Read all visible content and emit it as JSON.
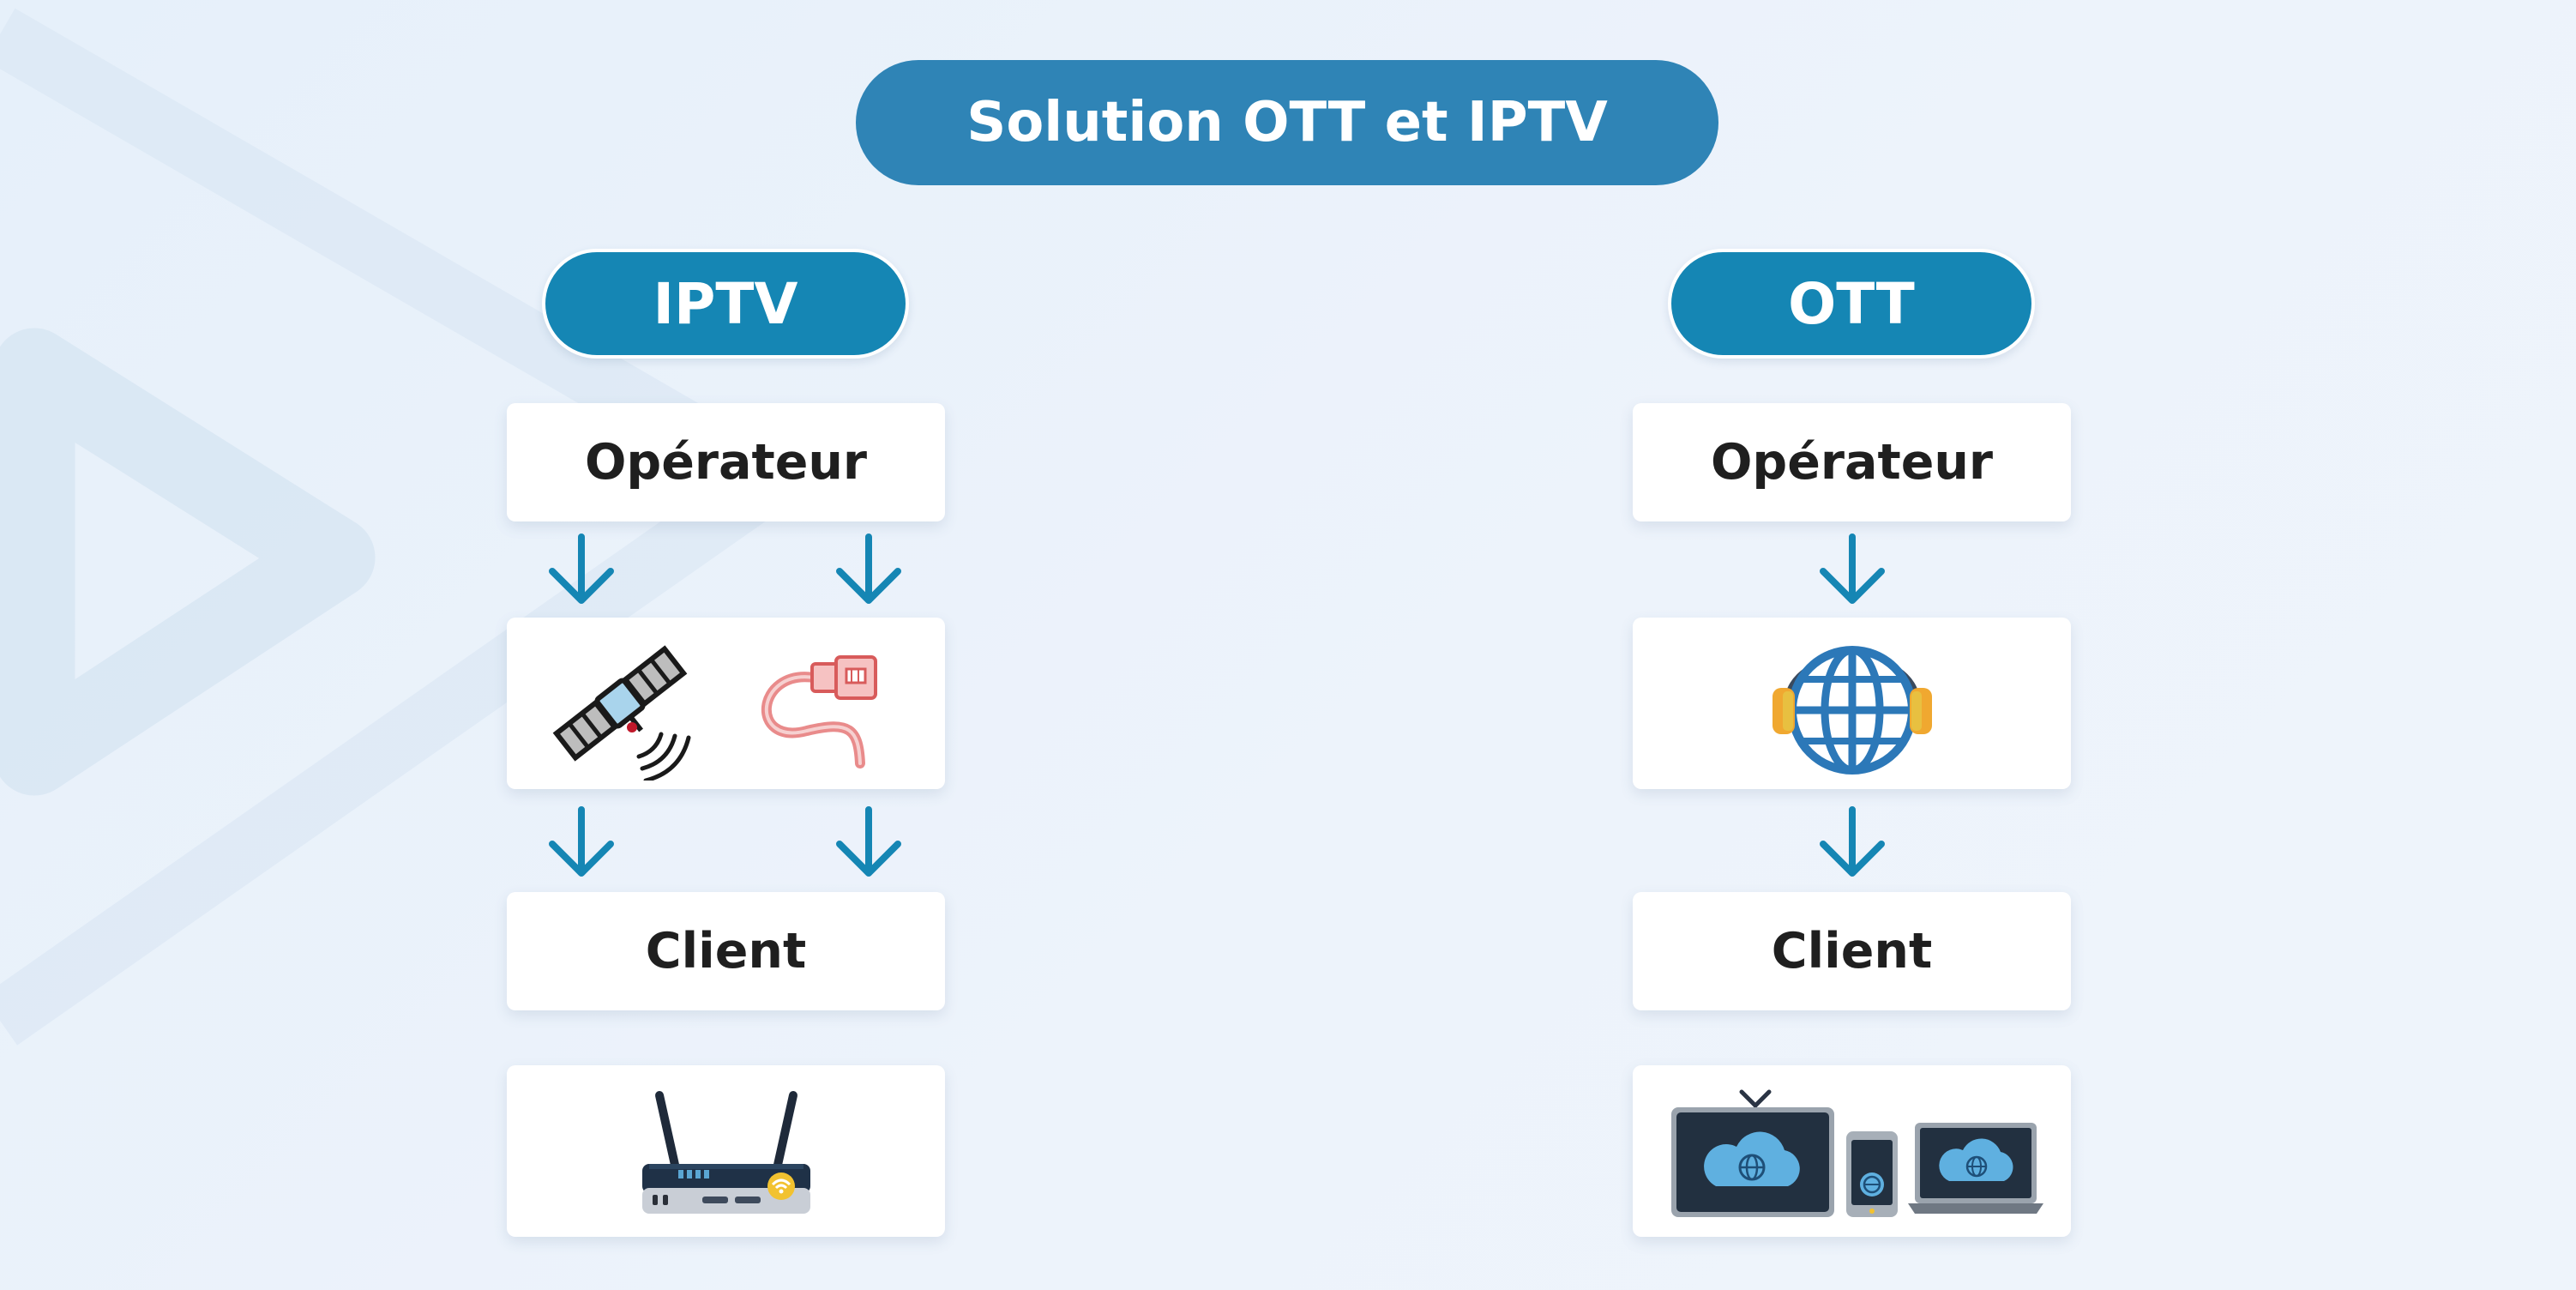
{
  "title": "Solution OTT et IPTV",
  "iptv": {
    "heading": "IPTV",
    "operator_label": "Opérateur",
    "client_label": "Client",
    "transport_icons": [
      "satellite-icon",
      "ethernet-cable-icon"
    ],
    "client_icon": "router-icon"
  },
  "ott": {
    "heading": "OTT",
    "operator_label": "Opérateur",
    "client_label": "Client",
    "transport_icon": "globe-headphones-icon",
    "client_icon": "devices-icon"
  },
  "colors": {
    "title_bg": "#2f84b6",
    "section_bg": "#1586b4",
    "arrow": "#1586b4",
    "text": "#1f1f1f"
  }
}
